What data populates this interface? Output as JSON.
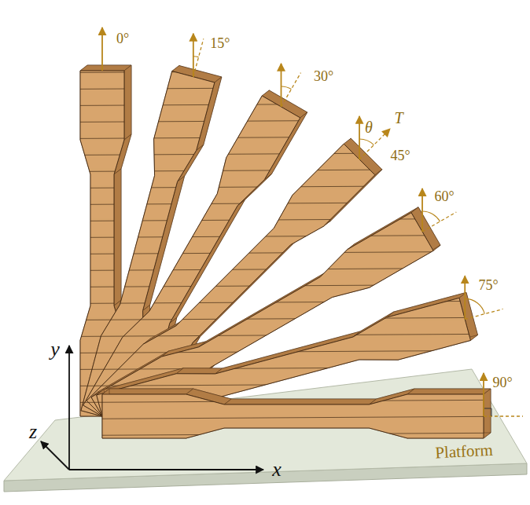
{
  "diagram": {
    "labels": [
      "0°",
      "15°",
      "30°",
      "45°",
      "60°",
      "75°",
      "90°",
      "θ",
      "T",
      "y",
      "z",
      "x",
      "Platform"
    ]
  }
}
